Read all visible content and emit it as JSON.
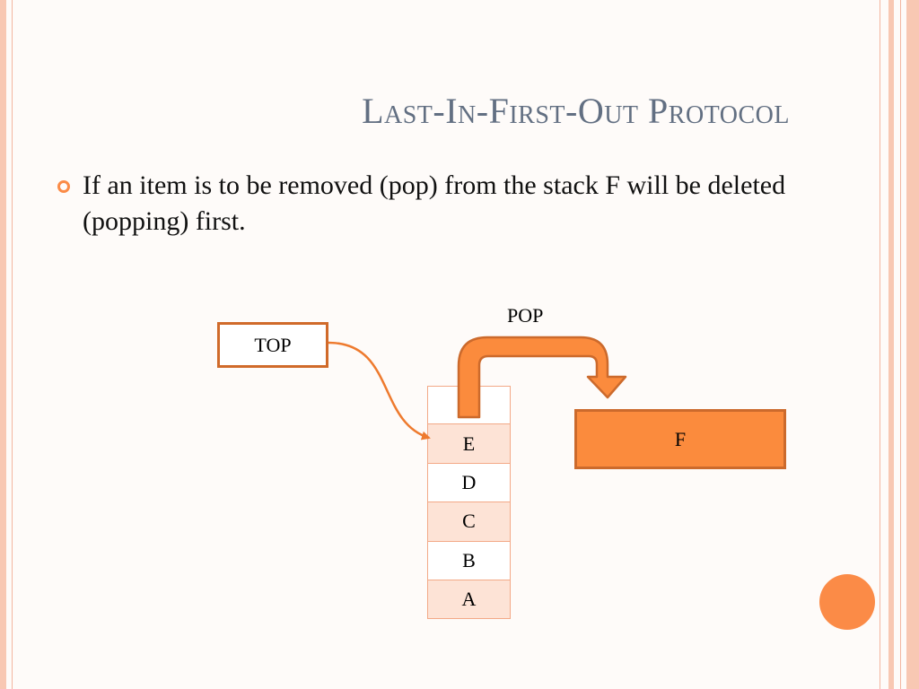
{
  "slide": {
    "title": "Last-In-First-Out Protocol",
    "bullet": "If an item is to be removed (pop) from the stack F will be deleted (popping) first."
  },
  "diagram": {
    "top_label": "TOP",
    "pop_label": "POP",
    "popped_item": "F",
    "stack_cells": [
      "",
      "E",
      "D",
      "C",
      "B",
      "A"
    ]
  },
  "colors": {
    "accent": "#fb8b47",
    "title": "#626f82",
    "frame": "#f8c8b3"
  }
}
